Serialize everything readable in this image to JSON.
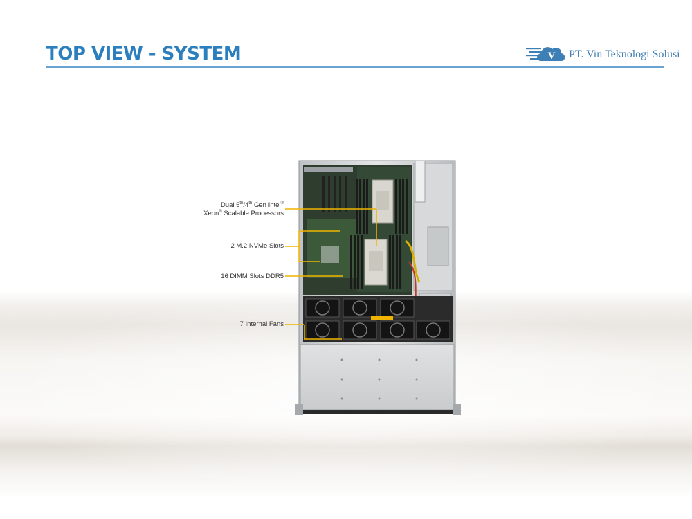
{
  "slide": {
    "title": "TOP VIEW - SYSTEM",
    "colors": {
      "title": "#2c7fbf",
      "rule": "#6aa3cf",
      "callout": "#f0b400"
    }
  },
  "logo": {
    "text": "PT. Vin Teknologi Solusi",
    "mark_letter": "V",
    "icon": "cloud-logo-icon"
  },
  "callouts": {
    "cpu": {
      "line1_a": "Dual 5",
      "line1_sup1": "th",
      "line1_b": "/4",
      "line1_sup2": "th",
      "line1_c": " Gen Intel",
      "line1_sup3": "®",
      "line2_a": "Xeon",
      "line2_sup": "®",
      "line2_b": " Scalable Processors"
    },
    "nvme": "2 M.2 NVMe Slots",
    "dimm": "16 DIMM Slots DDR5",
    "fans": "7 Internal  Fans"
  }
}
